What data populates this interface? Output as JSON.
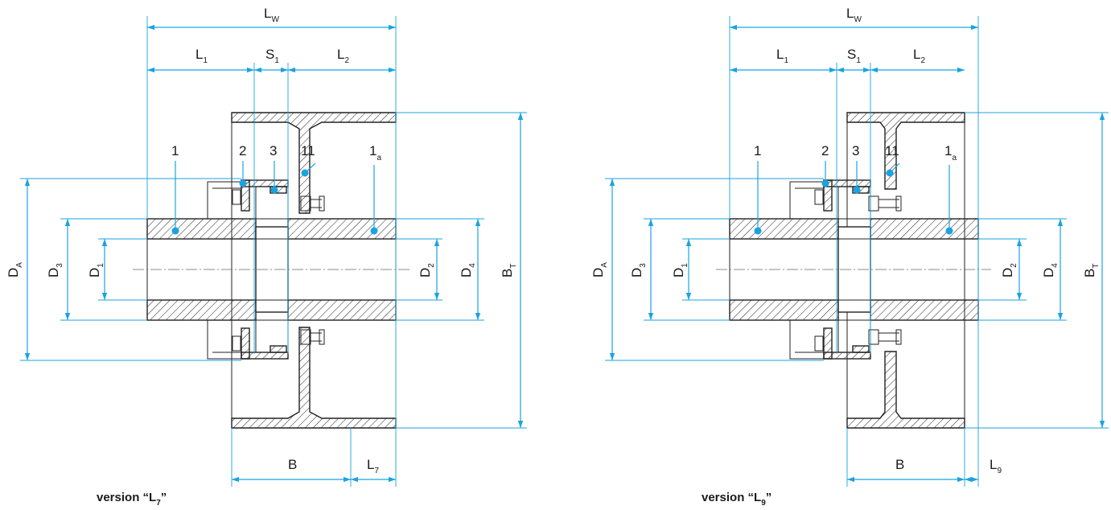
{
  "colors": {
    "dimension": "#1aa3e0",
    "outline": "#222222",
    "hatch": "#222222"
  },
  "drawings": [
    {
      "dims": {
        "Lw": {
          "main": "L",
          "sub": "W"
        },
        "L1": {
          "main": "L",
          "sub": "1"
        },
        "S1": {
          "main": "S",
          "sub": "1"
        },
        "L2": {
          "main": "L",
          "sub": "2"
        },
        "DA": {
          "main": "D",
          "sub": "A"
        },
        "D3": {
          "main": "D",
          "sub": "3"
        },
        "D1": {
          "main": "D",
          "sub": "1"
        },
        "D2": {
          "main": "D",
          "sub": "2"
        },
        "D4": {
          "main": "D",
          "sub": "4"
        },
        "BT": {
          "main": "B",
          "sub": "T"
        },
        "B": {
          "main": "B"
        },
        "Lx": {
          "main": "L",
          "sub": "7"
        }
      },
      "parts": {
        "p1": "1",
        "p2": "2",
        "p3": "3",
        "p11": "11",
        "p1a": {
          "main": "1",
          "sub": "a"
        }
      },
      "caption": {
        "prefix": "version “L",
        "sub": "7",
        "suffix": "”"
      }
    },
    {
      "dims": {
        "Lw": {
          "main": "L",
          "sub": "W"
        },
        "L1": {
          "main": "L",
          "sub": "1"
        },
        "S1": {
          "main": "S",
          "sub": "1"
        },
        "L2": {
          "main": "L",
          "sub": "2"
        },
        "DA": {
          "main": "D",
          "sub": "A"
        },
        "D3": {
          "main": "D",
          "sub": "3"
        },
        "D1": {
          "main": "D",
          "sub": "1"
        },
        "D2": {
          "main": "D",
          "sub": "2"
        },
        "D4": {
          "main": "D",
          "sub": "4"
        },
        "BT": {
          "main": "B",
          "sub": "T"
        },
        "B": {
          "main": "B"
        },
        "Lx": {
          "main": "L",
          "sub": "9"
        }
      },
      "parts": {
        "p1": "1",
        "p2": "2",
        "p3": "3",
        "p11": "11",
        "p1a": {
          "main": "1",
          "sub": "a"
        }
      },
      "caption": {
        "prefix": "version “L",
        "sub": "9",
        "suffix": "”"
      }
    }
  ]
}
